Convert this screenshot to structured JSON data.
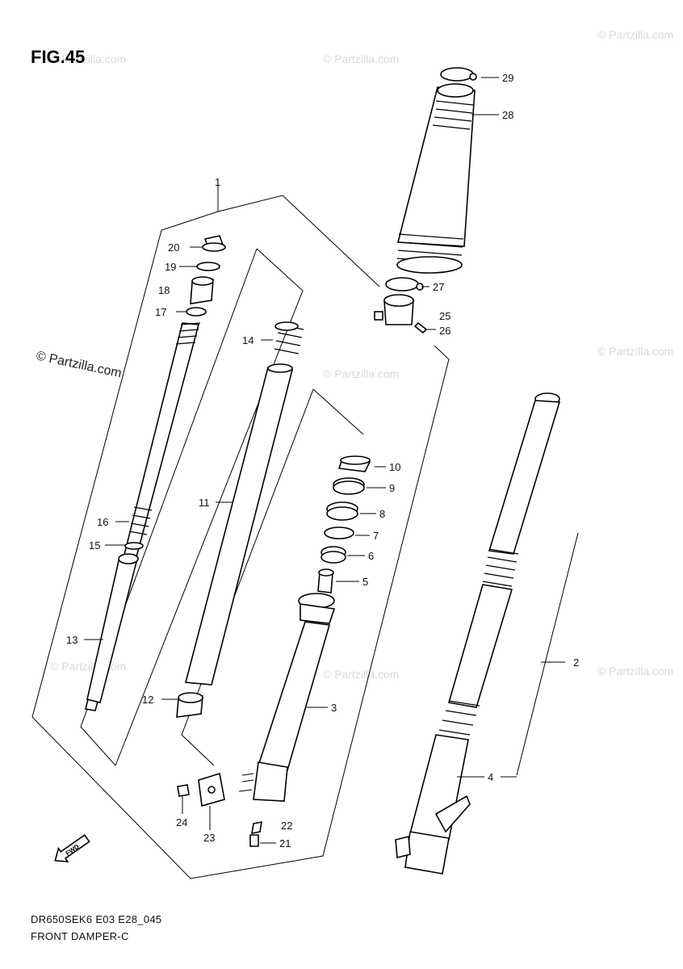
{
  "figure": {
    "title": "FIG.45"
  },
  "watermarks": {
    "main": "© Partzilla.com",
    "faint": "© Partzilla.com"
  },
  "callouts": {
    "c1": "1",
    "c2": "2",
    "c3": "3",
    "c4": "4",
    "c5": "5",
    "c6": "6",
    "c7": "7",
    "c8": "8",
    "c9": "9",
    "c10": "10",
    "c11": "11",
    "c12": "12",
    "c13": "13",
    "c14": "14",
    "c15": "15",
    "c16": "16",
    "c17": "17",
    "c18": "18",
    "c19": "19",
    "c20": "20",
    "c21": "21",
    "c22": "22",
    "c23": "23",
    "c24": "24",
    "c25": "25",
    "c26": "26",
    "c27": "27",
    "c28": "28",
    "c29": "29"
  },
  "footer": {
    "model_code": "DR650SEK6 E03 E28_045",
    "caption": "FRONT DAMPER-C"
  },
  "direction_arrow": {
    "label": "FWD"
  }
}
